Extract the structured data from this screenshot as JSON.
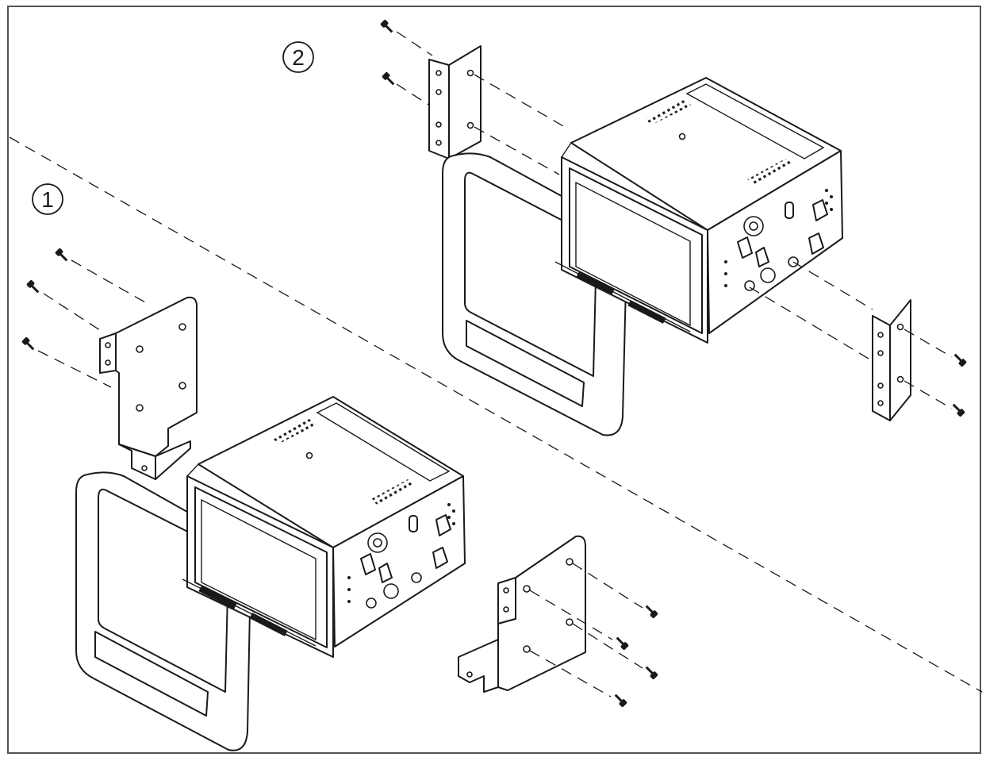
{
  "callouts": [
    {
      "id": "method-1",
      "label": "1"
    },
    {
      "id": "method-2",
      "label": "2"
    }
  ],
  "colors": {
    "line": "#1a1a1a",
    "background": "#ffffff",
    "frame": "#555555"
  }
}
